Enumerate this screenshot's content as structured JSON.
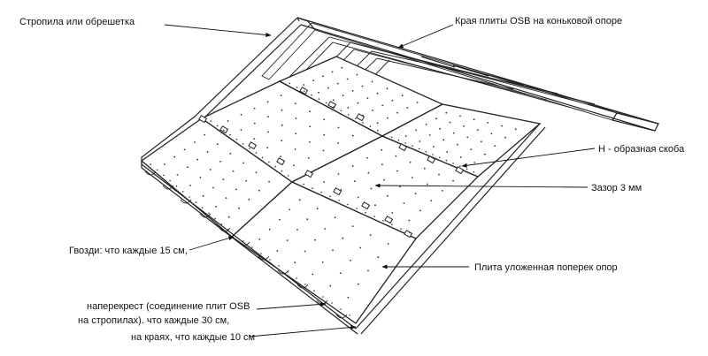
{
  "labels": {
    "rafters": "Стропила или обрешетка",
    "osb_edges": "Края плиты OSB на коньковой опоре",
    "h_clip": "H - образная скоба",
    "gap": "Зазор 3 мм",
    "nails": "Гвозди: что каждые 15 см,",
    "plate": "Плита уложенная поперек опор",
    "cross_1": "наперекрест (соединение плит OSB",
    "cross_2": "на стропилах). что каждые 30 см,",
    "edges": "на краях, что каждые 10 см"
  }
}
